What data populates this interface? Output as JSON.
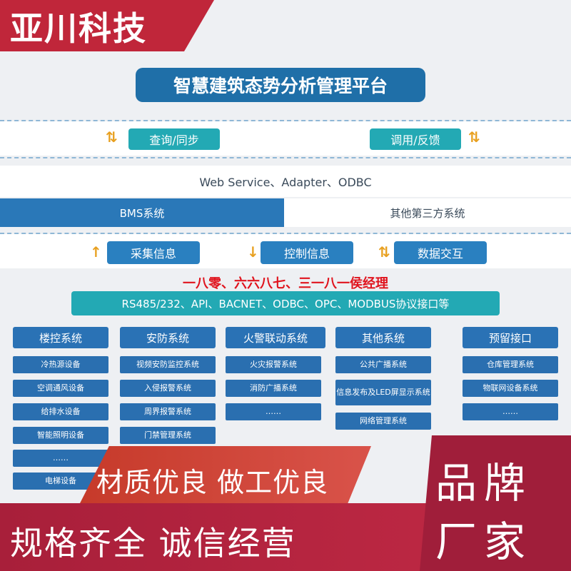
{
  "brand": {
    "name": "亚川科技"
  },
  "platform": {
    "title": "智慧建筑态势分析管理平台"
  },
  "sync": {
    "query_label": "查询/同步",
    "call_label": "调用/反馈"
  },
  "protocols": {
    "text": "Web Service、Adapter、ODBC"
  },
  "systems": {
    "bms": "BMS系统",
    "third_party": "其他第三方系统"
  },
  "info": {
    "collect": "采集信息",
    "control": "控制信息",
    "exchange": "数据交互"
  },
  "overlay": {
    "red_text": "一八零、六六八七、三一八一侯经理"
  },
  "interface": {
    "label": "RS485/232、API、BACNET、ODBC、OPC、MODBUS协议接口等"
  },
  "columns": [
    {
      "header": "楼控系统",
      "items": [
        "冷热源设备",
        "空调通风设备",
        "给排水设备",
        "智能照明设备",
        "……",
        "电梯设备"
      ]
    },
    {
      "header": "安防系统",
      "items": [
        "视频安防监控系统",
        "入侵报警系统",
        "周界报警系统",
        "门禁管理系统"
      ]
    },
    {
      "header": "火警联动系统",
      "items": [
        "火灾报警系统",
        "消防广播系统",
        "……"
      ]
    },
    {
      "header": "其他系统",
      "items": [
        "公共广播系统",
        "信息发布及LED屏显示系统",
        "网络管理系统"
      ]
    },
    {
      "header": "预留接口",
      "items": [
        "仓库管理系统",
        "物联网设备系统",
        "……"
      ]
    }
  ],
  "promo": {
    "middle": "材质优良 做工优良",
    "bottom": "规格齐全 诚信经营",
    "right_line1": "品牌",
    "right_line2": "厂家"
  },
  "colors": {
    "brand_red": "#c0263a",
    "teal": "#23a9b4",
    "blue": "#2a72b5",
    "arrow": "#e8a020",
    "red_text": "#e0141e"
  }
}
